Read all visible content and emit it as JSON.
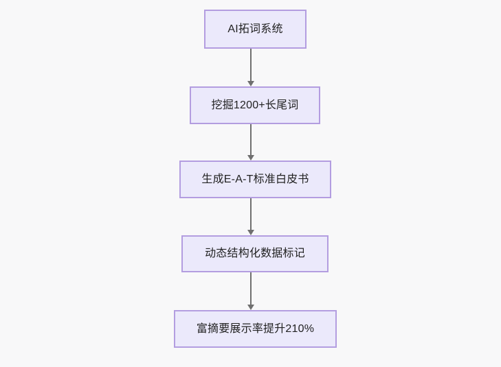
{
  "diagram": {
    "type": "flowchart",
    "direction": "top-to-bottom",
    "background_color": "#f8f8f9",
    "node_fill_color": "#ebe9fb",
    "node_border_color": "#b39de0",
    "node_text_color": "#222222",
    "edge_color": "#6f6f6f",
    "nodes": [
      {
        "id": "n1",
        "label": "AI拓词系统"
      },
      {
        "id": "n2",
        "label": "挖掘1200+长尾词"
      },
      {
        "id": "n3",
        "label": "生成E-A-T标准白皮书"
      },
      {
        "id": "n4",
        "label": "动态结构化数据标记"
      },
      {
        "id": "n5",
        "label": "富摘要展示率提升210%"
      }
    ],
    "edges": [
      {
        "from": "n1",
        "to": "n2"
      },
      {
        "from": "n2",
        "to": "n3"
      },
      {
        "from": "n3",
        "to": "n4"
      },
      {
        "from": "n4",
        "to": "n5"
      }
    ]
  }
}
